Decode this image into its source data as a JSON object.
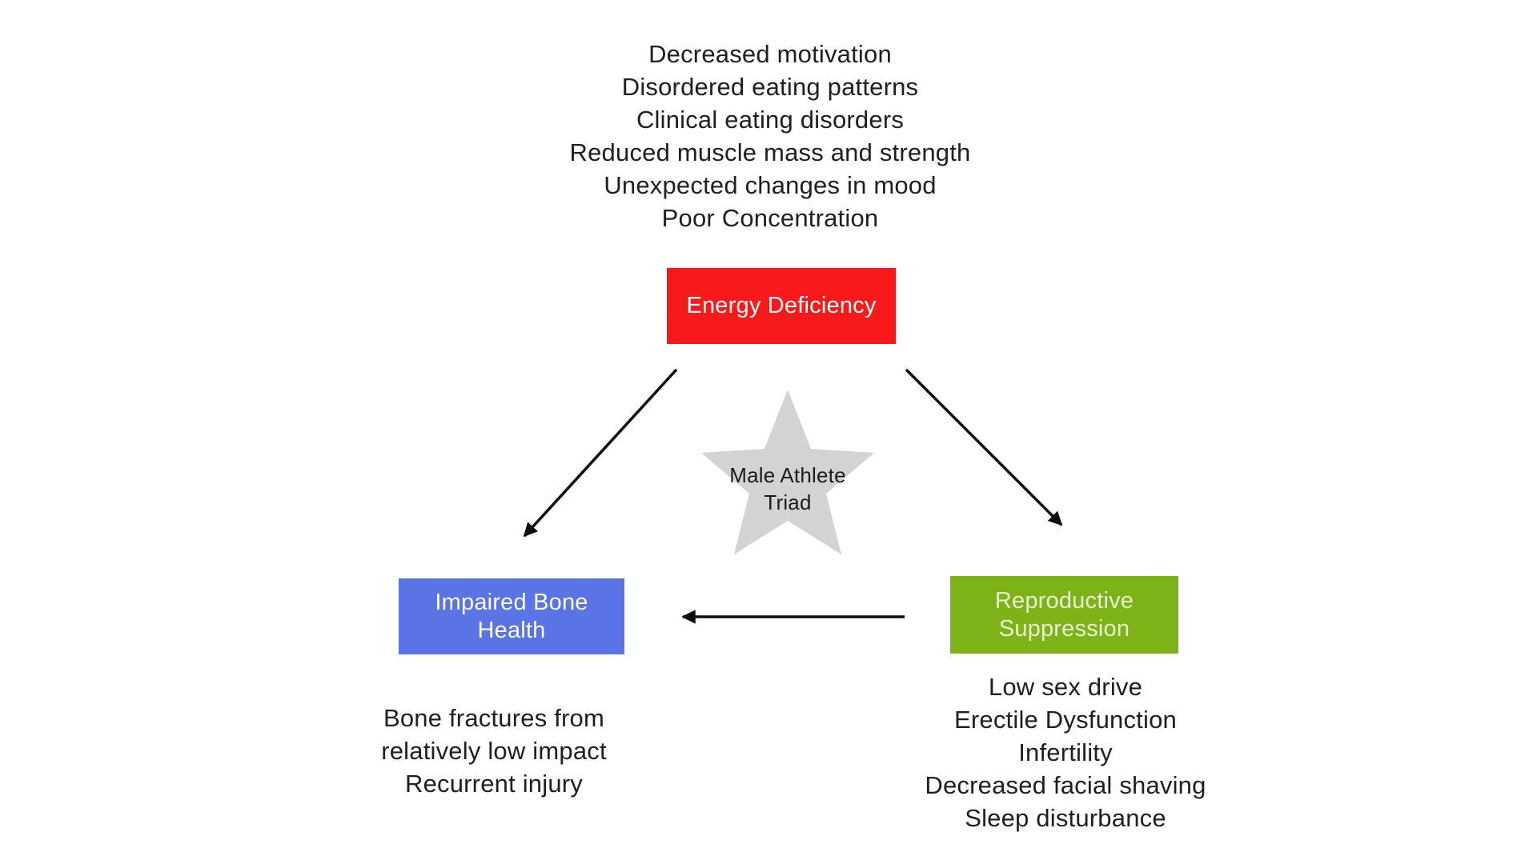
{
  "colors": {
    "energy_box": "#f8191b",
    "bone_box": "#5a73e5",
    "repro_box": "#7db317",
    "star": "#d3d3d3",
    "arrow": "#0d0d0d",
    "body_text": "#1f1f1f"
  },
  "diagram": {
    "center_star": {
      "label_lines": [
        "Male Athlete",
        "Triad"
      ]
    },
    "nodes": {
      "energy": {
        "label": "Energy Deficiency"
      },
      "bone": {
        "label_lines": [
          "Impaired Bone",
          "Health"
        ]
      },
      "repro": {
        "label_lines": [
          "Reproductive",
          "Suppression"
        ]
      }
    },
    "edges": [
      {
        "from": "energy",
        "to": "bone"
      },
      {
        "from": "energy",
        "to": "repro"
      },
      {
        "from": "repro",
        "to": "bone"
      }
    ],
    "lists": {
      "energy_symptoms": {
        "lines": [
          "Decreased motivation",
          "Disordered eating patterns",
          "Clinical eating disorders",
          "Reduced muscle mass and strength",
          "Unexpected changes in mood",
          "Poor Concentration"
        ]
      },
      "bone_symptoms": {
        "lines": [
          "Bone fractures from",
          "relatively low impact",
          "Recurrent injury"
        ]
      },
      "repro_symptoms": {
        "lines": [
          "Low sex drive",
          "Erectile Dysfunction",
          "Infertility",
          "Decreased facial shaving",
          "Sleep disturbance"
        ]
      }
    }
  }
}
